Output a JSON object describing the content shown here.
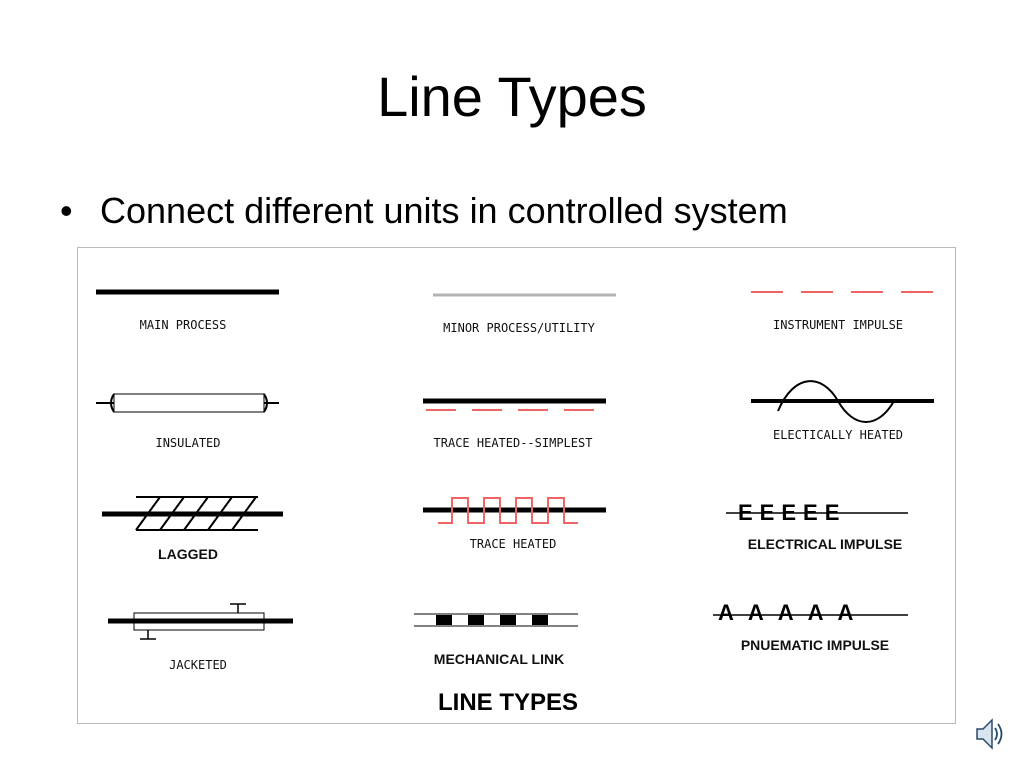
{
  "slide": {
    "title": "Line Types",
    "bullet": "Connect different units in controlled system"
  },
  "figure": {
    "title": "LINE TYPES",
    "symbols": [
      {
        "label": "MAIN PROCESS"
      },
      {
        "label": "MINOR PROCESS/UTILITY"
      },
      {
        "label": "INSTRUMENT IMPULSE"
      },
      {
        "label": "INSULATED"
      },
      {
        "label": "TRACE HEATED--SIMPLEST"
      },
      {
        "label": "ELECTICALLY HEATED"
      },
      {
        "label": "LAGGED"
      },
      {
        "label": "TRACE HEATED"
      },
      {
        "label": "ELECTRICAL IMPULSE",
        "letters": "EEEEE"
      },
      {
        "label": "JACKETED"
      },
      {
        "label": "MECHANICAL LINK"
      },
      {
        "label": "PNUEMATIC IMPULSE",
        "letters": "AAAAA"
      }
    ]
  },
  "colors": {
    "line": "#000000",
    "minor_line": "#b4b4b4",
    "impulse_red": "#f06464",
    "border": "#b8b8b8"
  },
  "icons": {
    "speaker": "speaker-icon"
  }
}
